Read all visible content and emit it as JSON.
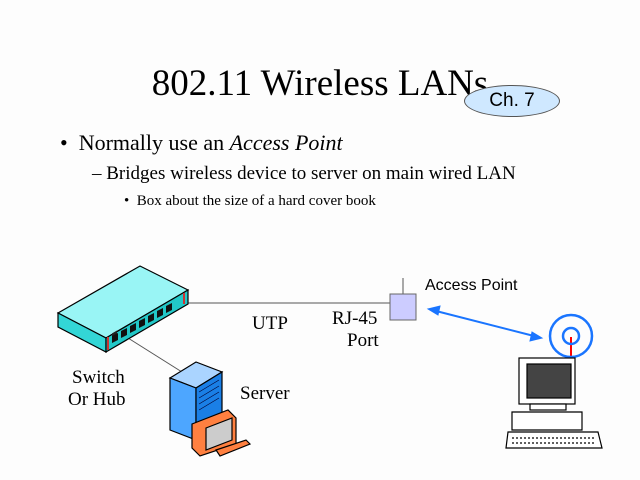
{
  "slide": {
    "title": "802.11 Wireless LANs",
    "chapter_badge": "Ch. 7",
    "bullets": {
      "level1_prefix": "Normally use an ",
      "level1_emphasis": "Access Point",
      "level2": "Bridges wireless device to server on main wired LAN",
      "level3": "Box about the size of a hard cover book"
    },
    "bullet_glyphs": {
      "level1": "•",
      "level2": "–",
      "level3": "•"
    }
  },
  "diagram": {
    "switch_label_line1": "Switch",
    "switch_label_line2": "Or Hub",
    "cable_label": "UTP",
    "port_label_line1": "RJ-45",
    "port_label_line2": "Port",
    "server_label": "Server",
    "access_point_label": "Access Point",
    "colors": {
      "switch": "#99f5f5",
      "access_point": "#ccccff",
      "wireless": "#1a75ff",
      "server": "#4da6ff",
      "monitor": "#ff8040",
      "antenna": "#ff0000"
    }
  }
}
